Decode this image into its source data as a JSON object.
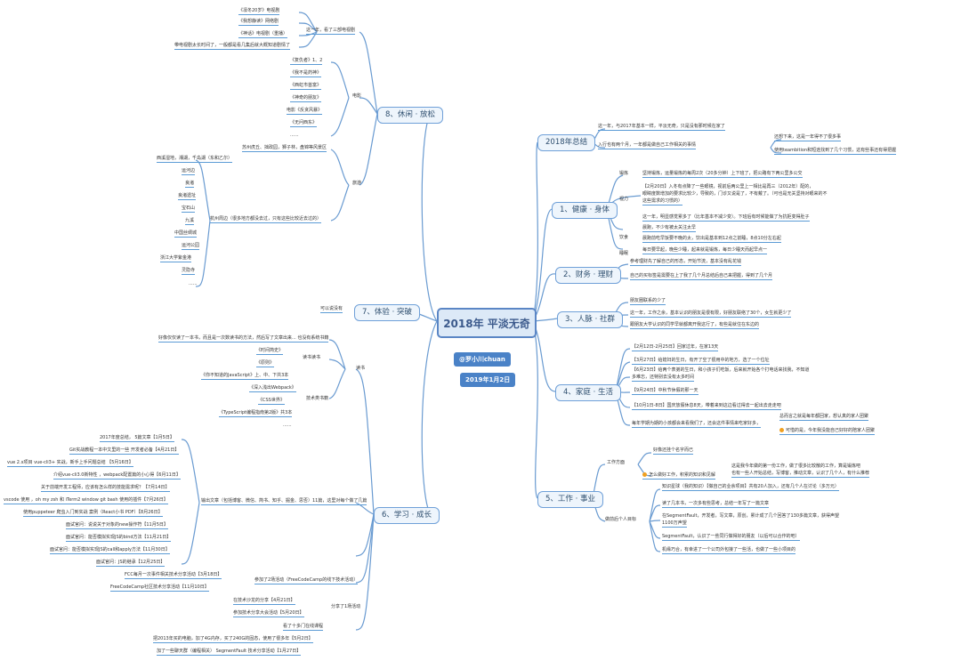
{
  "center": {
    "title": "2018年 平淡无奇",
    "author": "@罗小川chuan",
    "date": "2019年1月2日"
  },
  "branches": {
    "summary": "2018年总结",
    "health": "1、健康 · 身体",
    "finance": "2、财务 · 理财",
    "social": "3、人脉 · 社群",
    "family": "4、家庭 · 生活",
    "work": "5、工作 · 事业",
    "study": "6、学习 · 成长",
    "experience": "7、体验 · 突破",
    "leisure": "8、休闲 · 放松"
  },
  "summary_items": [
    "这一年，与2017年基本一样，平淡无奇，只是没有那时候在家了",
    "入行也有两个月，一年都是做自己工作相关的事情",
    "还想下来，这是一年得不了很多事",
    "使用teambition和短途找到了几个习惯，这有些事还有得把握"
  ],
  "health": {
    "labels": [
      "锻炼",
      "视力",
      "饮食",
      "睡眠"
    ],
    "items": [
      "坚持锻炼，运量锻炼的每周2次（20多分钟）上下班了，把公路有下两公里多公交",
      "【2月20日】入冬有点降了一些眼镜，视前后两公里上一相比是再三（2012年）配的，",
      "眼睛度数增加的要求比较少，导致的，门诊又说是了，不有戴了。（可也是无关坚持对眼来的不",
      "这些需求的习惯的）",
      "这一年，明显感觉累多了（比年基本不减少变）。下班后有时候能做了为抗拒变得肚子",
      "晨跑，不少有被太关注太早",
      "晨跑前吃早饭要不晚的太，饮出是基本到12点之前睡，8点10分左右起",
      "每日要早起，晚些少睡，起来就是锻炼，每日少睡天而起早点一"
    ]
  },
  "finance_items": [
    "参考理财先了解自己的形态，开始节流，基本没有乱花钱",
    "自己的买标签是需要在上了我了几个月总结后自己来把握，得到了几个月"
  ],
  "social_items": [
    "朋友圈联系的少了",
    "这一年，工作之余，基本认识的朋友是很有限，好朋友联络了30个，女生就更少了",
    "跟朋友大学认识的同学早就都离开我这行了，有些是就住在东边的"
  ],
  "family_items": [
    "【2月12日-2月25日】回家过年，在家13天",
    "【3月27日】给媳妇的生日，有开了空了很用中的地方，选了一个位址",
    "【6月23日】给两个表弟的生日，和小孩子们吃饭，后来就开始各个打电话来找我，不知道",
    "多难忘，还特别去没有太多时间",
    "【9月24日】中秋节休假的那一天",
    "【10月1日-8日】国庆放假休息8天，带着来到这边看过得去一起出去走走吧",
    "每年学期为期的小孩都会来看我们了，还会这件事情来吃家好多，",
    "总而言之就是每年都回家，想认真的家人团聚",
    "可惜的是，今年我没能自己好好的陪家人团聚"
  ],
  "work": {
    "sub1": "工作方面",
    "sub2": "做前后个人目标",
    "items": [
      "好像还挂个名字而已",
      "怎么做好工作，积累的知识和见解",
      "这是我今年做的第一份工作，做了很多比较散的工作，算是锻炼吧",
      "也有一些人开始总结，写博客，推动文章，认识了几个人，有什么推荐",
      "知识星球（我的知识）【做自己的业余项目】共有20人加入，还有几个人在讨论（多万元）",
      "读了几本书，一次多有些思考，总结一年写了一篇文章",
      "在SegmentFault，开发者，写文章，原创，累计成了几个回答了130多篇文章，获得声望",
      "1100万声望",
      "SegmentFault，认识了一些同行做得好的朋友（以后可以合作的吧）",
      "机缘巧合，有幸进了一个公司外包接了一些活，也做了一些小项目的"
    ]
  },
  "study": {
    "reading_label": "读书",
    "reading_intro": "好像仅仅读了一本书，而且是一次数读书的方法，然后写了文章出来... 也没有系统书籍",
    "reading_sub": "读书读书",
    "reading_sub2": "技术类书籍",
    "books1": [
      "《时间简史》",
      "《原则》"
    ],
    "books2": [
      "《你不知道的JavaScript》上、中、下共3本",
      "《深入浅出Webpack》",
      "《CSS世界》",
      "《TypeScript编程指南第2版》共3本",
      "......"
    ],
    "output_label": "输出文章（包括博客、微信、简书、知乎、掘金、思否）11篇，这里对每个做了几篇",
    "articles": [
      "2017年度总结，  5篇文章【1月5日】",
      "Git实战教程一本中文里的一些 开发者必备【4月21日】",
      "vue 2.x项目 vue-cli3+ 实战，新手上手问题总结 【5月16日】",
      "介绍vue-cli3.0新特性 ，webpack配置篇的小心得【6月11日】",
      "关于前端开发工程师，应该有怎么样的技能需求呢？【7月14日】",
      "vscode 使用 ，oh my zsh 和 iTerm2 window git bash 使用的插件【7月26日】",
      "使用puppeteer 爬虫入门到实战 案例（React小书 PDF）【8月26日】",
      "面试官问：说说关于对象的new操作符【11月5日】",
      "面试官问：能否模拟实现JS的bind方法【11月21日】",
      "面试官问：能否模拟实现JS的call和apply方法【11月30日】",
      "面试官问：JS的继承【12月25日】"
    ],
    "events_label": "参加了2场活动（FreeCodeCamp的线下技术活动）",
    "events": [
      "FCC每月一次事件相关技术分享活动【3月18日】",
      "FreeCodeCamp社区技术分享活动【11月10日】"
    ],
    "shares_label": "分享了1场活动",
    "shares": [
      "在技术沙龙的分享【4月21日】",
      "参加技术分享大会活动【5月20日】"
    ],
    "misc": [
      "看了十多门在线课程",
      "把2013年买的电脑，加了4G内存，买了240G的固态，使用了很多年【5月2日】",
      "加了一些聊天群（编程相关）  SegmentFault 技术分享活动【1月27日】"
    ]
  },
  "experience_items": [
    "可以说没有"
  ],
  "leisure": {
    "label_movies": "电影",
    "label_travel": "旅游",
    "shows_label": "这一年，看了三部电视剧",
    "shows": [
      "《凛冬20岁》电视剧",
      "《我想静读》网络剧",
      "《神话》电视剧（重播）"
    ],
    "show_note": "带电视剧太长时间了，一般都是看几集后就大概知道剧情了",
    "movies": [
      "《复仇者》1、2",
      "《我不是药神》",
      "《西虹市首富》",
      "《神奇的朋友》",
      "电影《反贪风暴》",
      "《无问西东》",
      "......"
    ],
    "travel_label": "苏州虎丘、拙政园，狮子林，盘锦等风景区",
    "hz_label": "杭州周边（很多地方都没去过，只有这些比较近去过的）",
    "places": [
      "西溪湿地，湘湖，千岛湖（东和乙尔）",
      "运河边",
      "良渚",
      "良渚遗址",
      "宝石山",
      "九溪",
      "中国丝绸城",
      "运河公园",
      "浙江大学紫金港",
      "灵隐寺",
      "......"
    ]
  },
  "colors": {
    "line": "#6a9bd1",
    "branch_border": "#6fa0d8",
    "center_bg": "#dce9f7",
    "badge": "#4a82c7"
  }
}
